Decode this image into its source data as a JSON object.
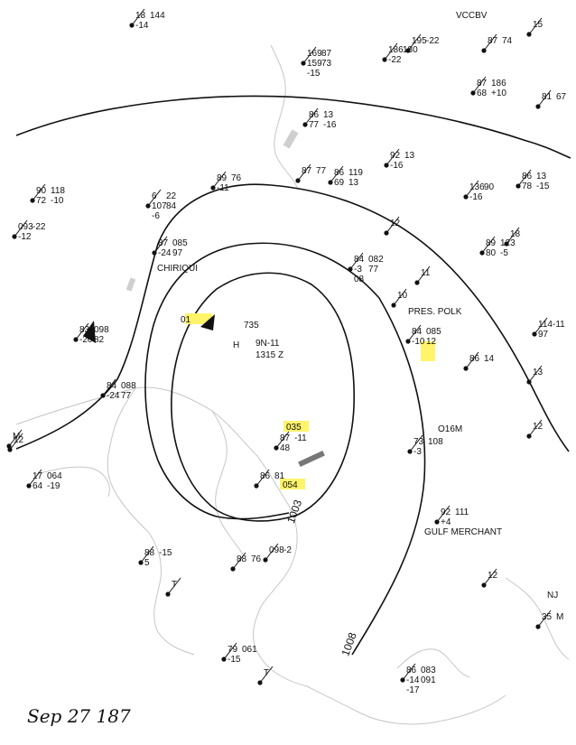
{
  "colors": {
    "ink": "#111111",
    "coast": "#c6c6c6",
    "highlight": "#fff46a"
  },
  "date_label": "Sep 27 187",
  "storm_center": {
    "pressure": "735",
    "position": "9N-11",
    "time": "1315 Z",
    "prefix": "H"
  },
  "isobars": [
    {
      "name": "isobar-outer-arc",
      "label": ""
    },
    {
      "name": "isobar-1008",
      "label": "1008"
    },
    {
      "name": "isobar-1003",
      "label": "1003"
    },
    {
      "name": "isobar-inner",
      "label": ""
    }
  ],
  "ship_labels": {
    "chiriqui": "CHIRIQUI",
    "pres_polk": "PRES. POLK",
    "gulf_merchant": "GULF MERCHANT",
    "vccbv": "VCCBV",
    "o16m": "O16M",
    "nj": "NJ"
  },
  "highlights": [
    "035",
    "054",
    "01",
    "085"
  ],
  "stations": [
    {
      "id": "s1",
      "lines": [
        "87",
        "-11",
        "48"
      ],
      "pressure": "035"
    },
    {
      "id": "s2",
      "lines": [
        "86",
        "81"
      ],
      "pressure": "054"
    },
    {
      "id": "s3",
      "lines": [
        "098",
        "-2"
      ],
      "pressure": ""
    },
    {
      "id": "s4",
      "lines": [
        "88",
        "76"
      ],
      "pressure": ""
    },
    {
      "id": "s5",
      "lines": [
        "84",
        "088",
        "-24",
        "77"
      ],
      "pressure": ""
    },
    {
      "id": "s6",
      "lines": [
        "83",
        "098",
        "-20",
        "82"
      ],
      "pressure": ""
    },
    {
      "id": "s7",
      "lines": [
        "87",
        "085",
        "-24",
        "97"
      ],
      "pressure": ""
    },
    {
      "id": "s8",
      "lines": [
        "84",
        "082",
        "-3",
        "77",
        "08"
      ],
      "pressure": ""
    },
    {
      "id": "s9",
      "lines": [
        "84",
        "085",
        "-10",
        "12"
      ],
      "pressure": ""
    },
    {
      "id": "s10",
      "lines": [
        "73",
        "108",
        "-3"
      ],
      "pressure": ""
    },
    {
      "id": "s11",
      "lines": [
        "17",
        "064",
        "64",
        "-19"
      ],
      "pressure": ""
    },
    {
      "id": "s12",
      "lines": [
        "90",
        "118",
        "72",
        "-10"
      ],
      "pressure": ""
    },
    {
      "id": "s13",
      "lines": [
        "093",
        "-22",
        "-12"
      ],
      "pressure": ""
    },
    {
      "id": "s14",
      "lines": [
        "6",
        "22",
        "107",
        "84",
        "-6"
      ],
      "pressure": ""
    },
    {
      "id": "s15",
      "lines": [
        "89",
        "76",
        "-11"
      ],
      "pressure": ""
    },
    {
      "id": "s16",
      "lines": [
        "87",
        "77"
      ],
      "pressure": ""
    },
    {
      "id": "s17",
      "lines": [
        "86",
        "119",
        "69",
        "13"
      ],
      "pressure": ""
    },
    {
      "id": "s18",
      "lines": [
        "92",
        "13",
        "-16"
      ],
      "pressure": ""
    },
    {
      "id": "s19",
      "lines": [
        "86",
        "13",
        "77",
        "-16"
      ],
      "pressure": ""
    },
    {
      "id": "s20",
      "lines": [
        "169",
        "87",
        "159",
        "73",
        "-15"
      ],
      "pressure": ""
    },
    {
      "id": "s21",
      "lines": [
        "186",
        "180",
        "-22"
      ],
      "pressure": ""
    },
    {
      "id": "s22",
      "lines": [
        "195",
        "-22"
      ],
      "pressure": ""
    },
    {
      "id": "s23",
      "lines": [
        "87",
        "186",
        "68",
        "+10"
      ],
      "pressure": ""
    },
    {
      "id": "s24",
      "lines": [
        "81",
        "67"
      ],
      "pressure": ""
    },
    {
      "id": "s25",
      "lines": [
        "87",
        "74"
      ],
      "pressure": ""
    },
    {
      "id": "s26",
      "lines": [
        "136",
        "90",
        "-16"
      ],
      "pressure": ""
    },
    {
      "id": "s27",
      "lines": [
        "86",
        "13",
        "78",
        "-15"
      ],
      "pressure": ""
    },
    {
      "id": "s28",
      "lines": [
        "89",
        "123",
        "80",
        "-5"
      ],
      "pressure": ""
    },
    {
      "id": "s29",
      "lines": [
        "114",
        "-11",
        "97"
      ],
      "pressure": ""
    },
    {
      "id": "s30",
      "lines": [
        "86",
        "14"
      ],
      "pressure": ""
    },
    {
      "id": "s31",
      "lines": [
        "92",
        "111",
        "+4"
      ],
      "pressure": ""
    },
    {
      "id": "s32",
      "lines": [
        "35",
        "M"
      ],
      "pressure": ""
    },
    {
      "id": "s33",
      "lines": [
        "88",
        "-15",
        "5"
      ],
      "pressure": ""
    },
    {
      "id": "s34",
      "lines": [
        "79",
        "061",
        "-15"
      ],
      "pressure": ""
    },
    {
      "id": "s35",
      "lines": [
        "86",
        "083",
        "-14",
        "091",
        "-17"
      ],
      "pressure": ""
    },
    {
      "id": "s36",
      "lines": [
        "18",
        "144",
        "-14"
      ],
      "pressure": ""
    },
    {
      "id": "s37",
      "lines": [
        "12"
      ],
      "pressure": ""
    },
    {
      "id": "s38",
      "lines": [
        "12"
      ],
      "pressure": ""
    },
    {
      "id": "s39",
      "lines": [
        "10"
      ],
      "pressure": ""
    },
    {
      "id": "s40",
      "lines": [
        "11"
      ],
      "pressure": ""
    },
    {
      "id": "s41",
      "lines": [
        "13"
      ],
      "pressure": ""
    },
    {
      "id": "s42",
      "lines": [
        "12"
      ],
      "pressure": ""
    },
    {
      "id": "s43",
      "lines": [
        "12"
      ],
      "pressure": ""
    },
    {
      "id": "s44",
      "lines": [
        "18"
      ],
      "pressure": ""
    },
    {
      "id": "s45",
      "lines": [
        "15"
      ],
      "pressure": ""
    },
    {
      "id": "s46",
      "lines": [
        "T"
      ],
      "pressure": ""
    },
    {
      "id": "s47",
      "lines": [
        "T"
      ],
      "pressure": ""
    },
    {
      "id": "s48",
      "lines": [
        "M"
      ],
      "pressure": ""
    }
  ]
}
